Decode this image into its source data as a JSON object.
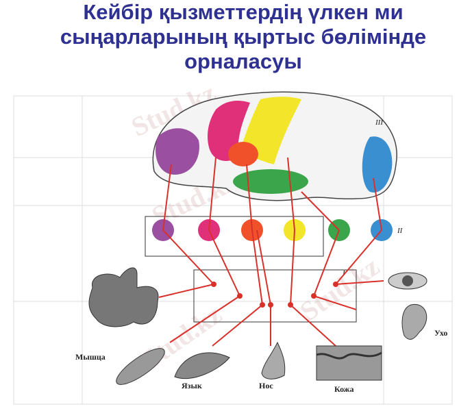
{
  "title": {
    "line1": "Кейбір қызметтердің үлкен ми",
    "line2": "сыңарларының қыртыс бөлімінде",
    "line3": "орналасуы"
  },
  "diagram": {
    "levels": {
      "cortex": "III",
      "middle": "II",
      "receptors": "I"
    },
    "zone_colors": [
      "#9b4fa0",
      "#e0307a",
      "#f0502a",
      "#f2e52a",
      "#3aa54a",
      "#3a8fd0"
    ],
    "organs": {
      "muscle": "Мышца",
      "tongue": "Язык",
      "nose": "Нос",
      "skin": "Кожа",
      "ear": "Ухо"
    },
    "line_color": "#d9302a"
  },
  "watermark": "Stud.kz"
}
